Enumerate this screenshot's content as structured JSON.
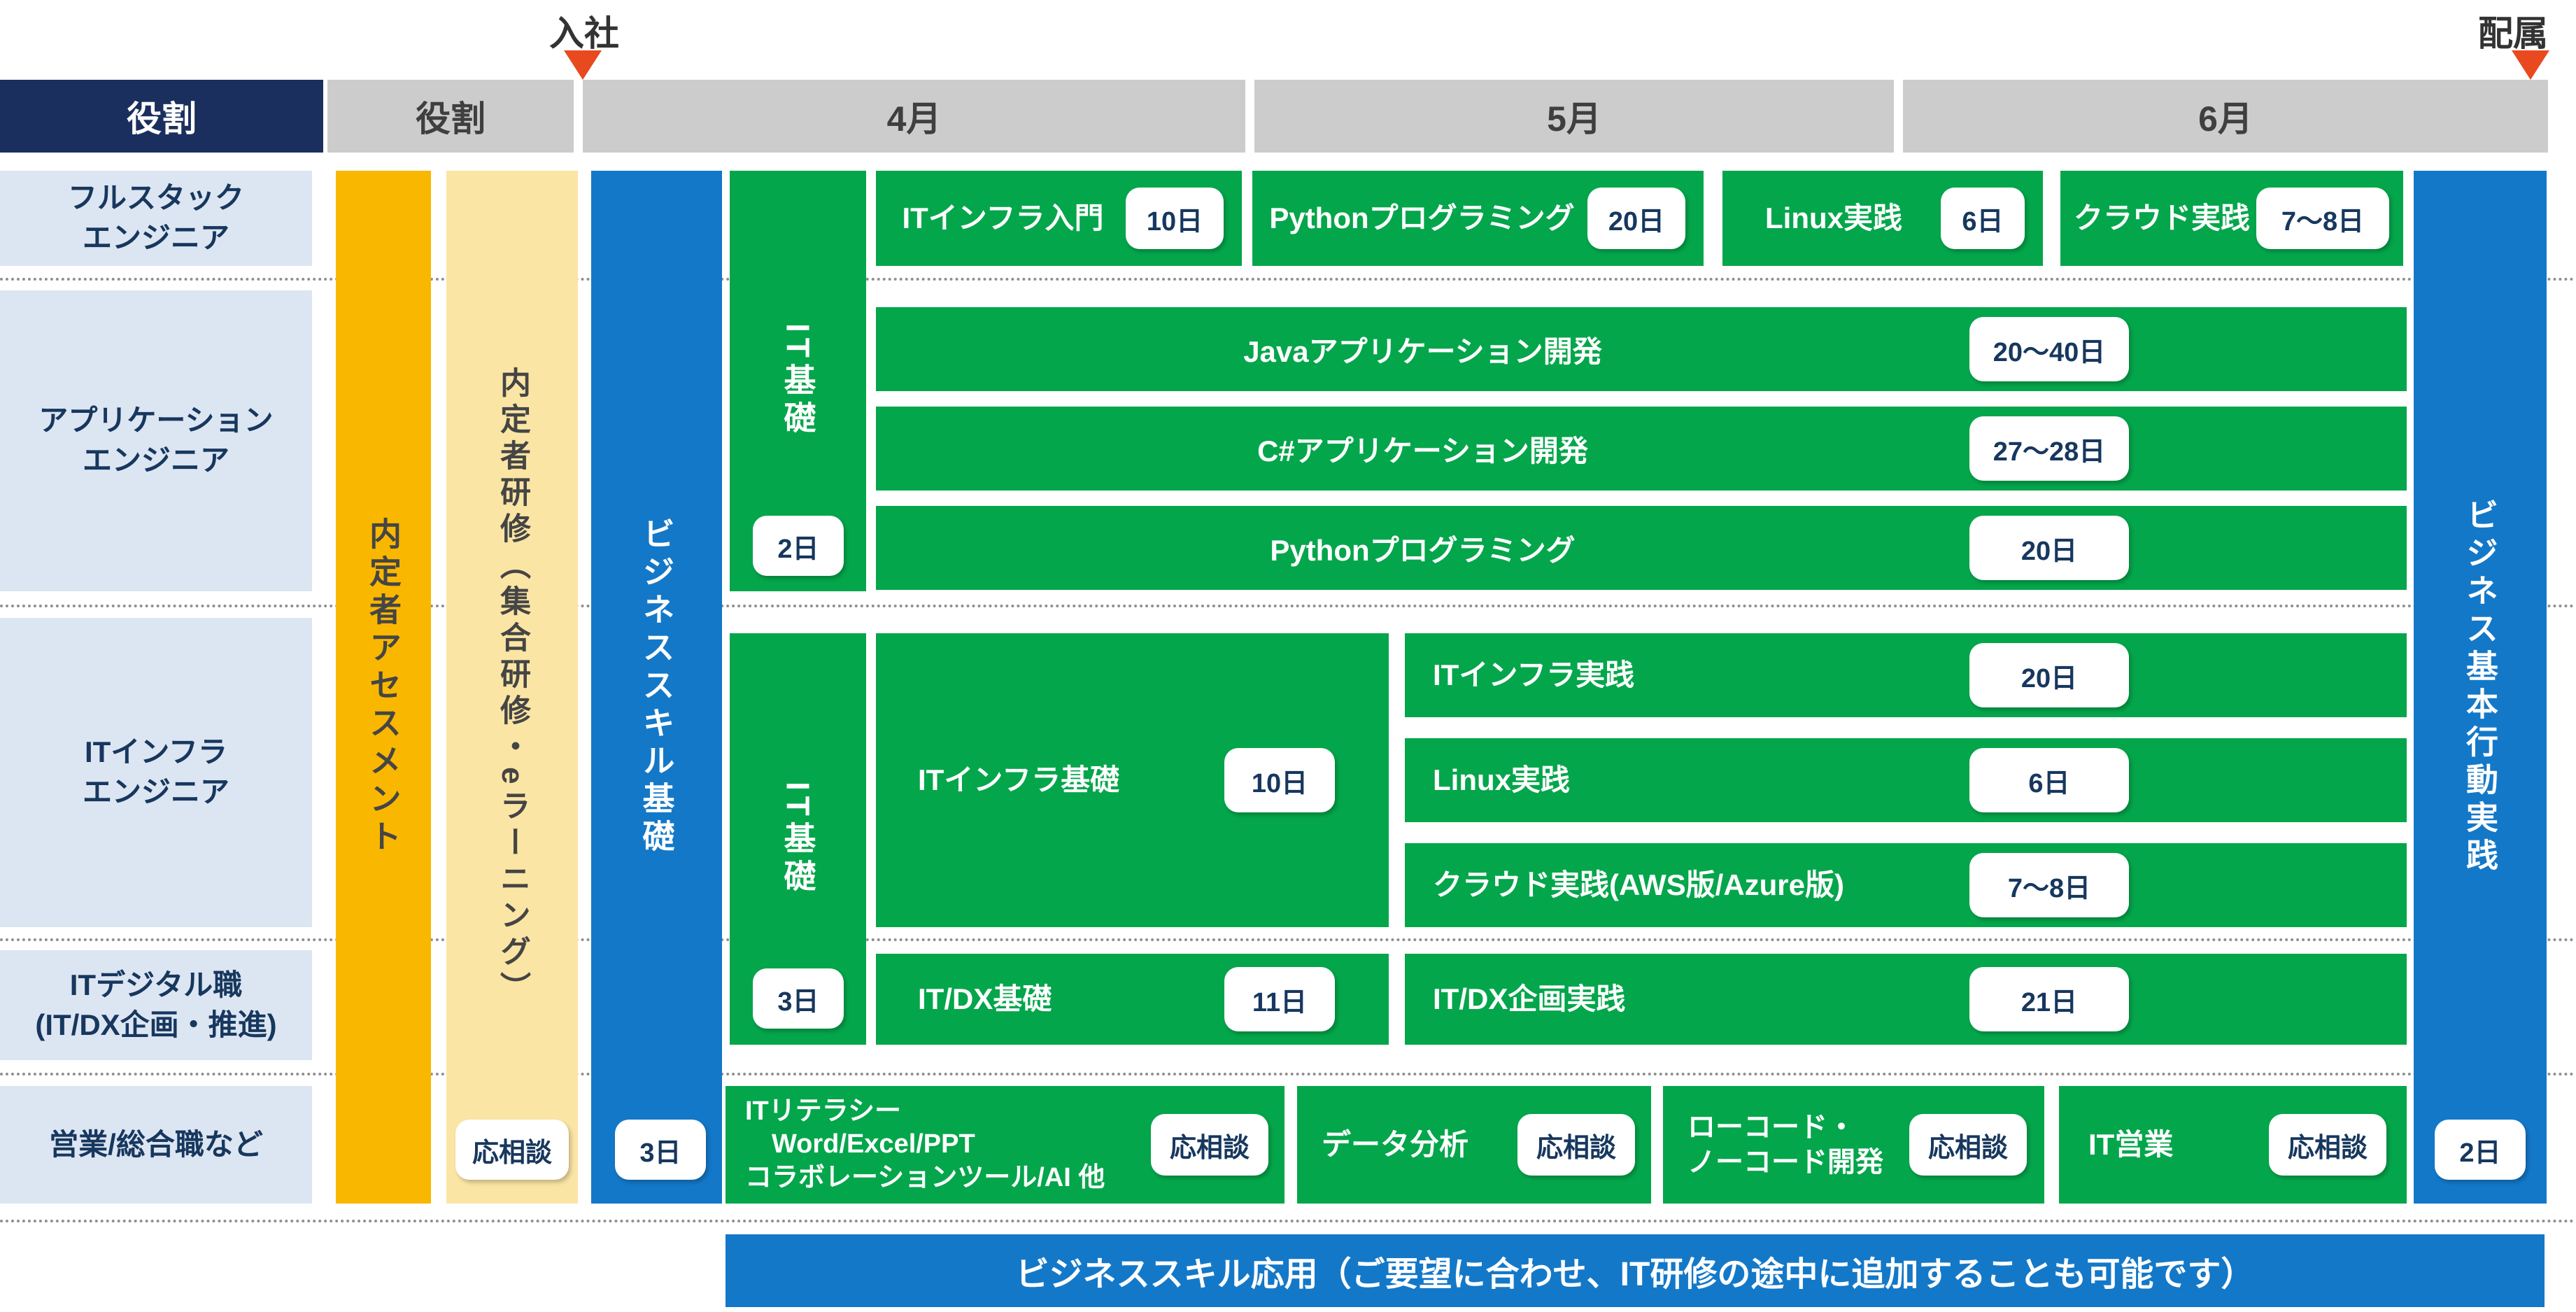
{
  "markers": {
    "join": "入社",
    "assign": "配属"
  },
  "header": {
    "role_dark": "役割",
    "role_gray": "役割",
    "months": [
      "4月",
      "5月",
      "6月"
    ]
  },
  "roles": [
    {
      "label": "フルスタック\nエンジニア"
    },
    {
      "label": "アプリケーション\nエンジニア"
    },
    {
      "label": "ITインフラ\nエンジニア"
    },
    {
      "label": "ITデジタル職\n(IT/DX企画・推進)"
    },
    {
      "label": "営業/総合職など"
    }
  ],
  "pre_join_bars": [
    {
      "label": "内定者アセスメント"
    },
    {
      "label": "内定者研修（集合研修・eラーニング）",
      "badge": "応相談"
    }
  ],
  "skill_bars": {
    "left": {
      "label": "ビジネススキル基礎",
      "badge": "3日"
    },
    "right": {
      "label": "ビジネス基本行動実践",
      "badge": "2日"
    }
  },
  "it_basic_bars": [
    {
      "label": "IT基礎",
      "badge": "2日"
    },
    {
      "label": "IT基礎",
      "badge": "3日"
    }
  ],
  "row1": [
    {
      "label": "ITインフラ入門",
      "days": "10日"
    },
    {
      "label": "Pythonプログラミング",
      "days": "20日"
    },
    {
      "label": "Linux実践",
      "days": "6日"
    },
    {
      "label": "クラウド実践",
      "days": "7～8日"
    }
  ],
  "row2": [
    {
      "label": "Javaアプリケーション開発",
      "days": "20～40日"
    },
    {
      "label": "C#アプリケーション開発",
      "days": "27～28日"
    },
    {
      "label": "Pythonプログラミング",
      "days": "20日"
    }
  ],
  "row3_main": {
    "label": "ITインフラ基礎",
    "days": "10日"
  },
  "row3_sub": [
    {
      "label": "ITインフラ実践",
      "days": "20日"
    },
    {
      "label": "Linux実践",
      "days": "6日"
    },
    {
      "label": "クラウド実践(AWS版/Azure版)",
      "days": "7～8日"
    }
  ],
  "row4": [
    {
      "label": "IT/DX基礎",
      "days": "11日"
    },
    {
      "label": "IT/DX企画実践",
      "days": "21日"
    }
  ],
  "row5": [
    {
      "label": "ITリテラシー\n　Word/Excel/PPT\nコラボレーションツール/AI 他",
      "days": "応相談"
    },
    {
      "label": "データ分析",
      "days": "応相談"
    },
    {
      "label": "ローコード・\nノーコード開発",
      "days": "応相談"
    },
    {
      "label": "IT営業",
      "days": "応相談"
    }
  ],
  "footer": {
    "label": "ビジネススキル応用（ご要望に合わせ、IT研修の途中に追加することも可能です）"
  },
  "colors": {
    "green": "#04A64B",
    "blue": "#1478C8",
    "orange": "#F9B700",
    "pale_yellow": "#FAE5A4",
    "navy_header": "#1B2F5E",
    "gray_header": "#CCCCCC",
    "role_bg": "#DCE6F2",
    "role_text": "#17375E",
    "marker_triangle": "#E8491F"
  }
}
